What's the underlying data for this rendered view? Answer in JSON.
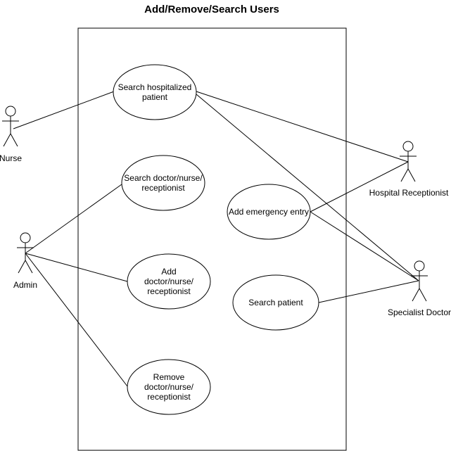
{
  "title": "Add/Remove/Search Users",
  "actors": [
    {
      "id": "nurse",
      "name": "Nurse"
    },
    {
      "id": "admin",
      "name": "Admin"
    },
    {
      "id": "receptionist",
      "name": "Hospital Receptionist"
    },
    {
      "id": "doctor",
      "name": "Specialist Doctor"
    }
  ],
  "use_cases": [
    {
      "id": "search-hosp",
      "lines": [
        "Search hospitalized",
        "patient"
      ]
    },
    {
      "id": "search-staff",
      "lines": [
        "Search doctor/nurse/",
        "receptionist"
      ]
    },
    {
      "id": "add-emergency",
      "lines": [
        "Add emergency entry"
      ]
    },
    {
      "id": "add-staff",
      "lines": [
        "Add",
        "doctor/nurse/",
        "receptionist"
      ]
    },
    {
      "id": "search-patient",
      "lines": [
        "Search patient"
      ]
    },
    {
      "id": "remove-staff",
      "lines": [
        "Remove",
        "doctor/nurse/",
        "receptionist"
      ]
    }
  ],
  "associations": [
    [
      "nurse",
      "search-hosp"
    ],
    [
      "admin",
      "search-staff"
    ],
    [
      "admin",
      "add-staff"
    ],
    [
      "admin",
      "remove-staff"
    ],
    [
      "receptionist",
      "search-hosp"
    ],
    [
      "receptionist",
      "add-emergency"
    ],
    [
      "doctor",
      "search-hosp"
    ],
    [
      "doctor",
      "add-emergency"
    ],
    [
      "doctor",
      "search-patient"
    ]
  ]
}
